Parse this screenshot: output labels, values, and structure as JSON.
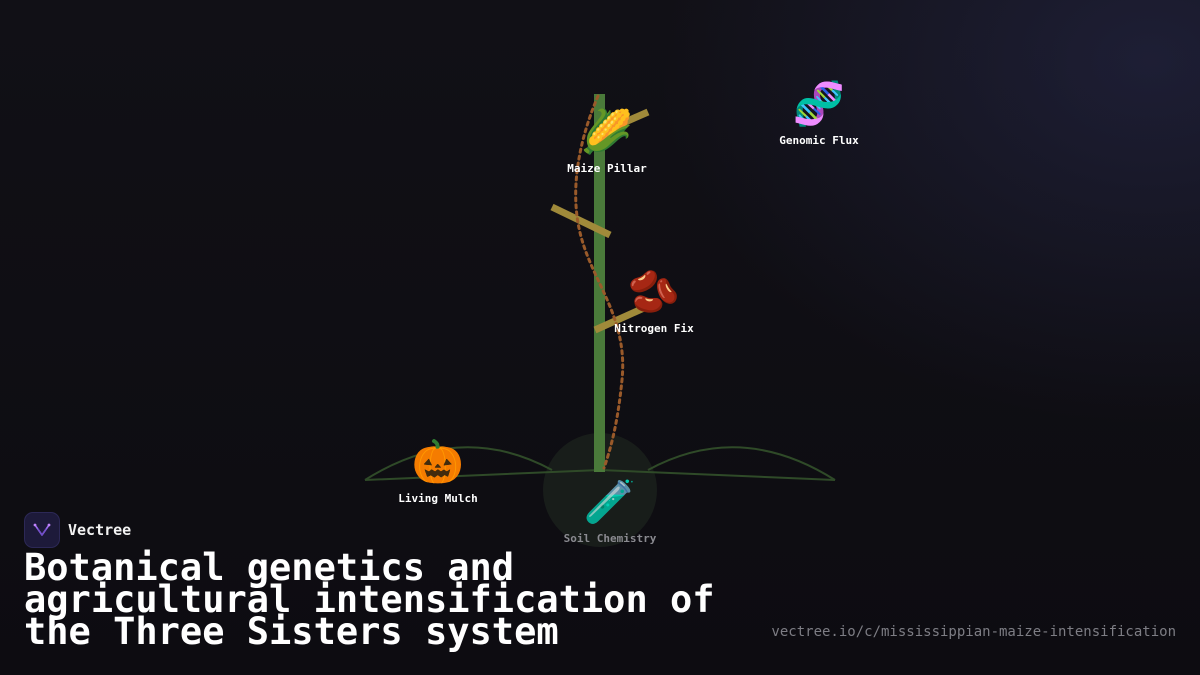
{
  "brand": {
    "name": "Vectree"
  },
  "headline": "Botanical genetics and agricultural intensification of the Three Sisters system",
  "url": "vectree.io/c/mississippian-maize-intensification",
  "diagram": {
    "nodes": [
      {
        "id": "maize",
        "emoji": "🌽",
        "label": "Maize Pillar",
        "icon": "corn-icon"
      },
      {
        "id": "genomic",
        "emoji": "🧬",
        "label": "Genomic Flux",
        "icon": "dna-icon"
      },
      {
        "id": "nitrogen",
        "emoji": "🫘",
        "label": "Nitrogen Fix",
        "icon": "beans-icon"
      },
      {
        "id": "mulch",
        "emoji": "🎃",
        "label": "Living Mulch",
        "icon": "pumpkin-icon"
      },
      {
        "id": "soil",
        "emoji": "🧪",
        "label": "Soil Chemistry",
        "icon": "test-tube-icon"
      }
    ]
  },
  "colors": {
    "stalk": "#4a7a3a",
    "leaf": "#a08a3a",
    "vine": "#9a5a2a",
    "ground": "#2f4a28",
    "accent": "#8a5cf6"
  }
}
